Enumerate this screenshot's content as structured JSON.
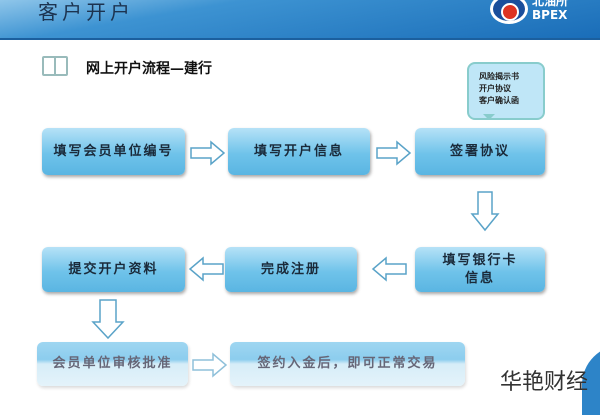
{
  "header": {
    "title": "客户开户",
    "logo_cn": "北油所",
    "logo_en": "BPEX"
  },
  "subtitle": "网上开户流程—建行",
  "callout": [
    "风险揭示书",
    "开户协议",
    "客户确认函"
  ],
  "steps": {
    "s1": "填写会员单位编号",
    "s2": "填写开户信息",
    "s3": "签署协议",
    "s4": "填写银行卡\n信息",
    "s5": "完成注册",
    "s6": "提交开户资料",
    "s7": "会员单位审核批准",
    "s8": "签约入金后，即可正常交易"
  },
  "watermark": "华艳财经",
  "colors": {
    "box": "#6fc3ea",
    "header": "#1a6db8"
  }
}
